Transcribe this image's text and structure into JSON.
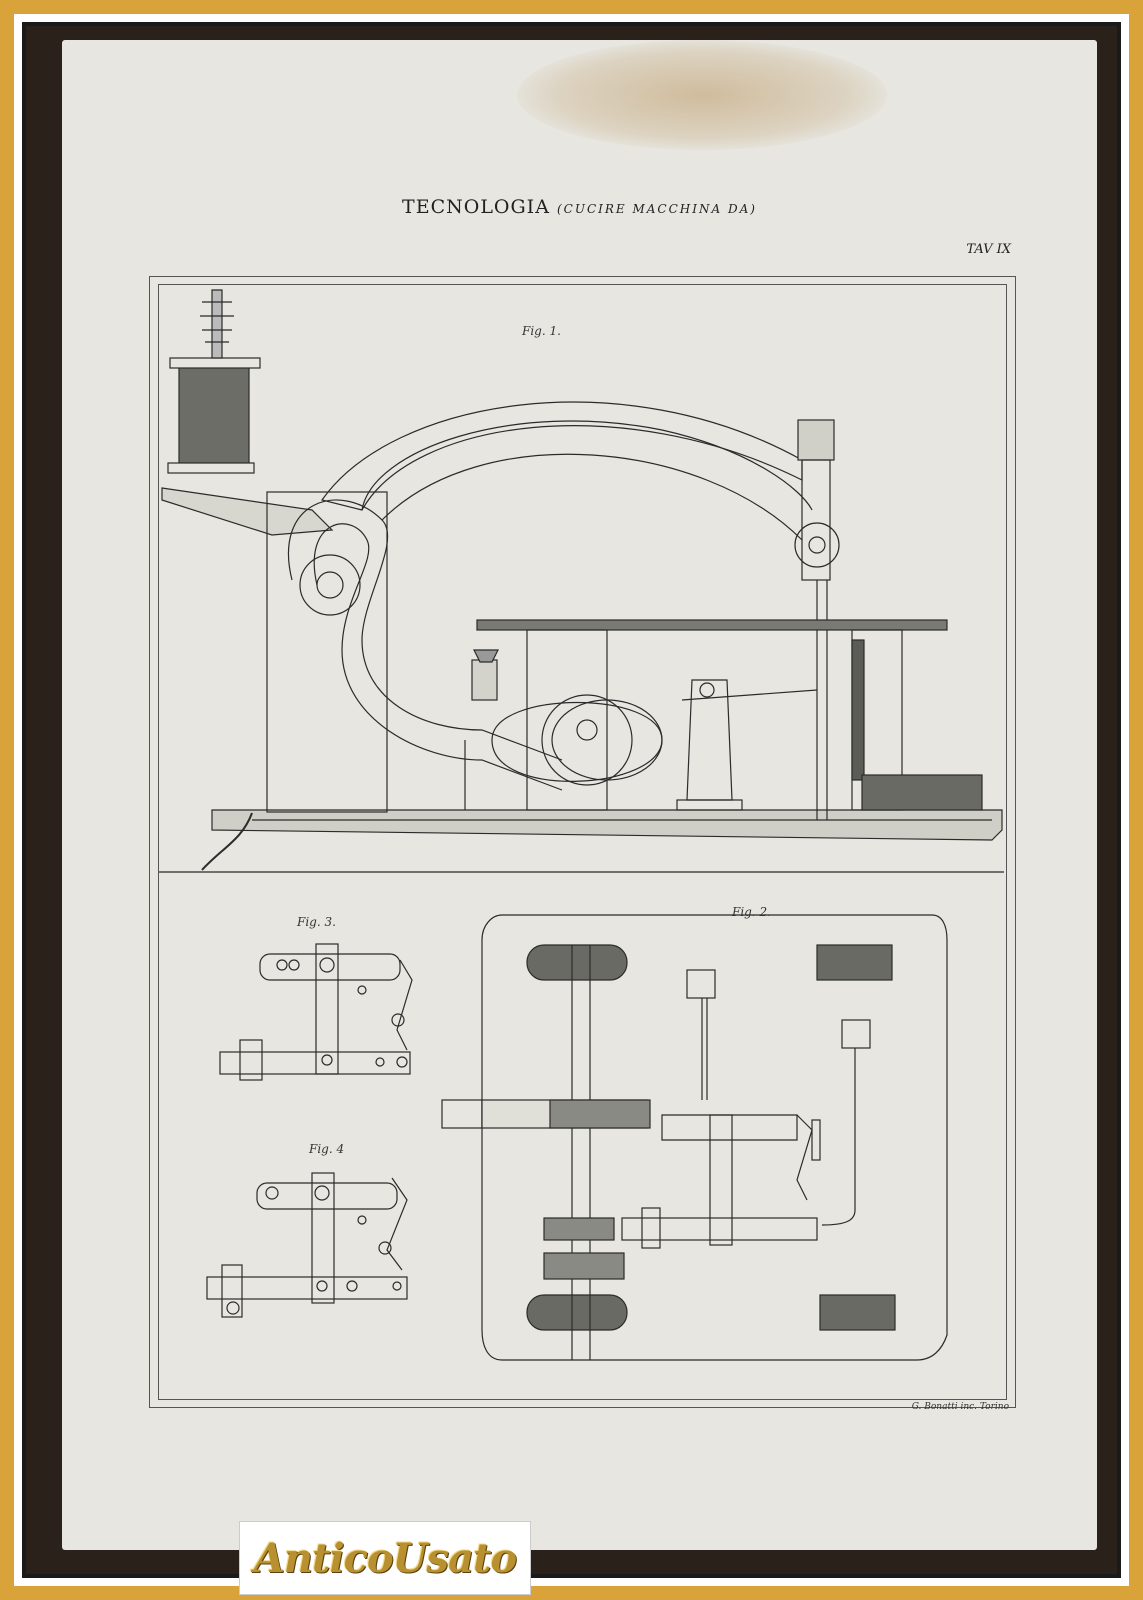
{
  "header": {
    "title_main": "TECNOLOGIA",
    "title_sub": "(CUCIRE MACCHINA DA)",
    "plate_number": "TAV IX"
  },
  "figures": {
    "fig1_label": "Fig. 1.",
    "fig2_label": "Fig. 2.",
    "fig3_label": "Fig. 3.",
    "fig4_label": "Fig. 4"
  },
  "credit": "G. Bonatti inc. Torino",
  "logo": {
    "text": "AnticoUsato"
  },
  "colors": {
    "frame_gold": "#d9a33a",
    "paper": "#e7e6e0",
    "ink": "#2b2b2b"
  }
}
